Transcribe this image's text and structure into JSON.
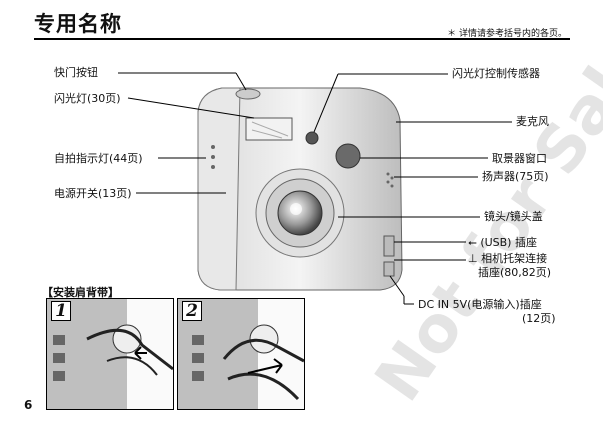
{
  "header": {
    "title": "专用名称",
    "note": "＊ 详情请参考括号内的各页。"
  },
  "labels_left": {
    "shutter": "快门按钮",
    "flash": "闪光灯(30页)",
    "self_timer": "自拍指示灯(44页)",
    "power": "电源开关(13页)"
  },
  "labels_right": {
    "flash_sensor": "闪光灯控制传感器",
    "microphone": "麦克风",
    "viewfinder": "取景器窗口",
    "speaker": "扬声器(75页)",
    "lens": "镜头/镜头盖",
    "usb": "(USB) 插座",
    "cradle_line1": "相机托架连接",
    "cradle_line2": "插座(80,82页)",
    "dcin_line1": "DC IN 5V(电源输入)插座",
    "dcin_line2": "(12页)"
  },
  "strap": {
    "title": "【安装肩背带】",
    "steps": [
      "1",
      "2"
    ]
  },
  "watermark": "Not for Sale",
  "page_number": "6",
  "icons": {
    "usb": "usb-icon",
    "cradle": "cradle-icon"
  }
}
